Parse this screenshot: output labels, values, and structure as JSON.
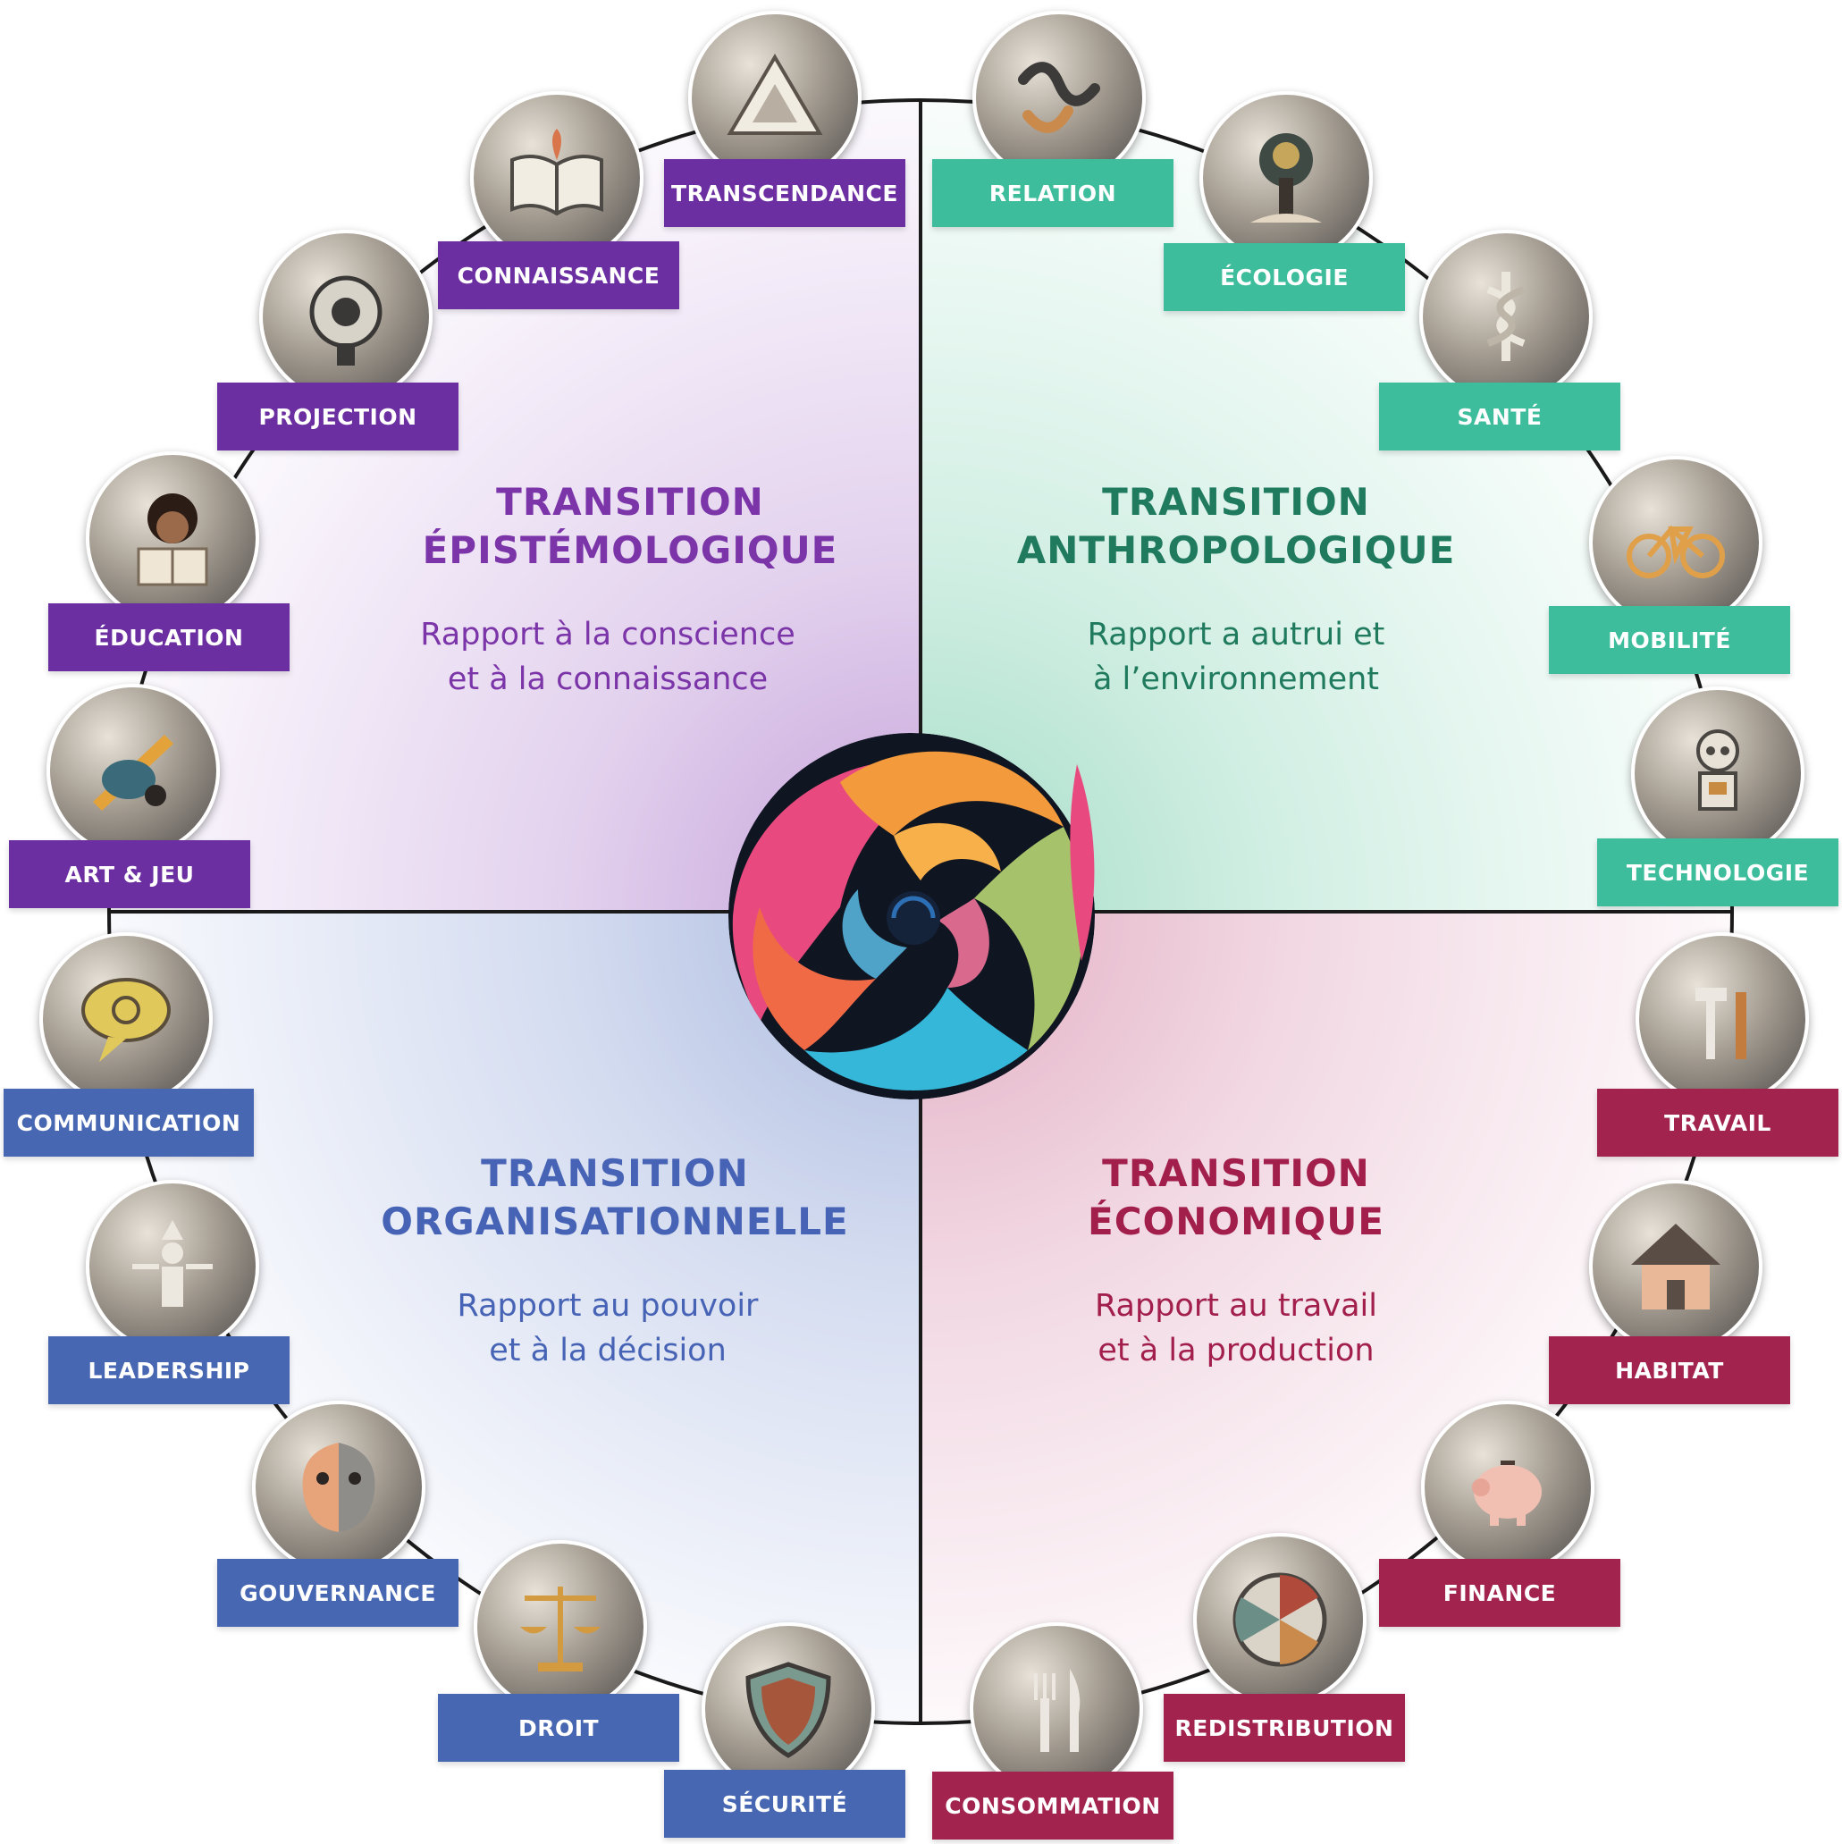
{
  "quadrants": {
    "epistemologique": {
      "title1": "TRANSITION",
      "title2": "ÉPISTÉMOLOGIQUE",
      "sub1": "Rapport à la conscience",
      "sub2": "et à la connaissance",
      "color": "#7b35a8"
    },
    "anthropologique": {
      "title1": "TRANSITION",
      "title2": "ANTHROPOLOGIQUE",
      "sub1": "Rapport a autrui et",
      "sub2": "à l’environnement",
      "color": "#1f7a5e"
    },
    "organisationnelle": {
      "title1": "TRANSITION",
      "title2": "ORGANISATIONNELLE",
      "sub1": "Rapport au pouvoir",
      "sub2": "et à la décision",
      "color": "#4763b5"
    },
    "economique": {
      "title1": "TRANSITION",
      "title2": "ÉCONOMIQUE",
      "sub1": "Rapport au travail",
      "sub2": "et à la production",
      "color": "#a21f4c"
    }
  },
  "labels": {
    "transcendance": "TRANSCENDANCE",
    "connaissance": "CONNAISSANCE",
    "projection": "PROJECTION",
    "education": "ÉDUCATION",
    "art_jeu": "ART & JEU",
    "relation": "RELATION",
    "ecologie": "ÉCOLOGIE",
    "sante": "SANTÉ",
    "mobilite": "MOBILITÉ",
    "technologie": "TECHNOLOGIE",
    "communication": "COMMUNICATION",
    "leadership": "LEADERSHIP",
    "gouvernance": "GOUVERNANCE",
    "droit": "DROIT",
    "securite": "SÉCURITÉ",
    "travail": "TRAVAIL",
    "habitat": "HABITAT",
    "finance": "FINANCE",
    "redistribution": "REDISTRIBUTION",
    "consommation": "CONSOMMATION"
  },
  "colors": {
    "purple": "#6c2fa2",
    "green": "#3dbd9b",
    "blue": "#4767b3",
    "red": "#a2234e"
  },
  "icons": {
    "transcendance": "pyramid-icon",
    "connaissance": "open-book-icon",
    "projection": "gear-head-icon",
    "education": "child-reading-icon",
    "art_jeu": "brush-palette-icon",
    "relation": "hands-icon",
    "ecologie": "tree-icon",
    "sante": "caduceus-icon",
    "mobilite": "bicycle-icon",
    "technologie": "robot-icon",
    "communication": "speech-bubble-icon",
    "leadership": "leader-figure-icon",
    "gouvernance": "faces-icon",
    "droit": "scales-icon",
    "securite": "shield-icon",
    "travail": "tools-icon",
    "habitat": "house-icon",
    "finance": "piggy-bank-icon",
    "redistribution": "pie-icon",
    "consommation": "cutlery-icon"
  }
}
